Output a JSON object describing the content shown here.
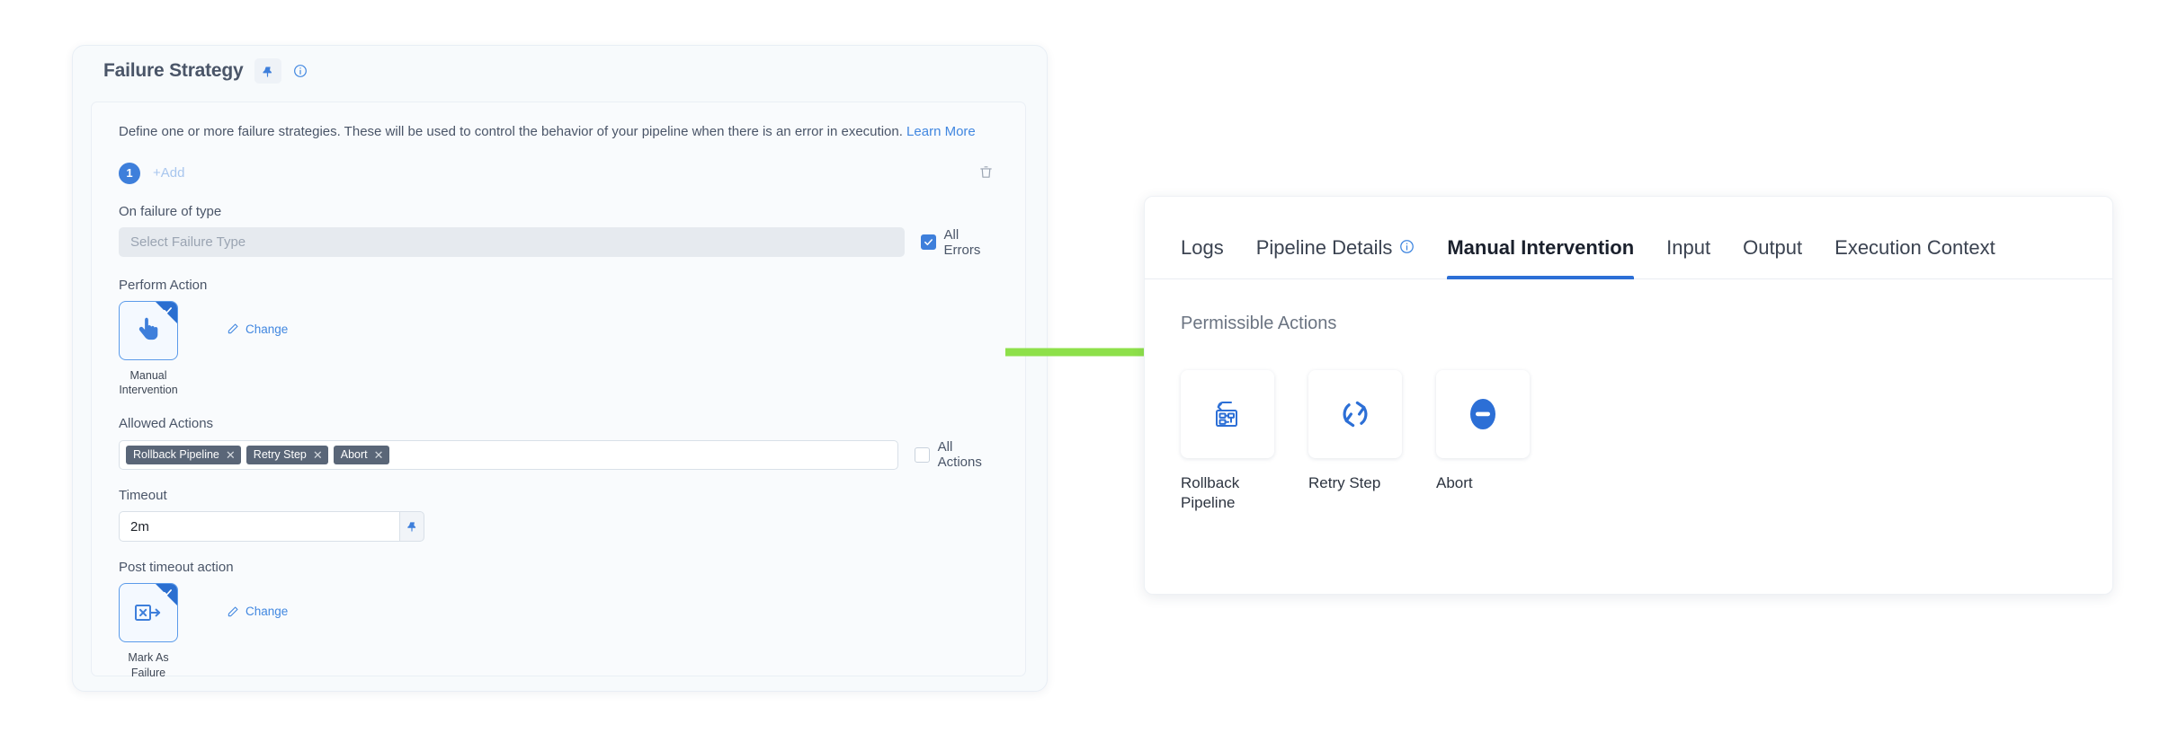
{
  "left_panel": {
    "title": "Failure Strategy",
    "pin_icon": "pin-icon",
    "info_icon": "info-circle-icon",
    "description": "Define one or more failure strategies. These will be used to control the behavior of your pipeline when there is an error in execution.",
    "learn_more": "Learn More",
    "strategy_index": "1",
    "add_label": "+Add",
    "delete_icon": "trash-icon",
    "on_failure_of_type": {
      "label": "On failure of type",
      "placeholder": "Select Failure Type",
      "value": "",
      "checkbox_label": "All Errors",
      "checked": true
    },
    "perform_action": {
      "label": "Perform Action",
      "card_caption": "Manual Intervention",
      "icon": "pointing-hand-icon",
      "selected": true,
      "change_label": "Change",
      "change_icon": "pencil-icon"
    },
    "allowed_actions": {
      "label": "Allowed Actions",
      "chips": [
        "Rollback Pipeline",
        "Retry Step",
        "Abort"
      ],
      "chip_remove_icon": "close-x-icon",
      "checkbox_label": "All Actions",
      "checked": false
    },
    "timeout": {
      "label": "Timeout",
      "value": "2m",
      "pin_icon": "pin-icon"
    },
    "post_timeout_action": {
      "label": "Post timeout action",
      "card_caption": "Mark As Failure",
      "icon": "mark-as-failure-icon",
      "selected": true,
      "change_label": "Change",
      "change_icon": "pencil-icon"
    }
  },
  "connector": {
    "type": "arrow-right",
    "color": "#8ee04a"
  },
  "right_panel": {
    "tabs": [
      {
        "label": "Logs",
        "active": false,
        "icon": null
      },
      {
        "label": "Pipeline Details",
        "active": false,
        "icon": "info-circle-icon"
      },
      {
        "label": "Manual Intervention",
        "active": true,
        "icon": null
      },
      {
        "label": "Input",
        "active": false,
        "icon": null
      },
      {
        "label": "Output",
        "active": false,
        "icon": null
      },
      {
        "label": "Execution Context",
        "active": false,
        "icon": null
      }
    ],
    "section_title": "Permissible Actions",
    "actions": [
      {
        "label": "Rollback Pipeline",
        "icon": "rollback-pipeline-icon"
      },
      {
        "label": "Retry Step",
        "icon": "retry-refresh-icon"
      },
      {
        "label": "Abort",
        "icon": "abort-minus-circle-icon"
      }
    ]
  },
  "colors": {
    "accent_blue": "#2c6fd6",
    "link_blue": "#4187e0",
    "chip_gray": "#5a6678",
    "arrow_green": "#8ee04a"
  }
}
